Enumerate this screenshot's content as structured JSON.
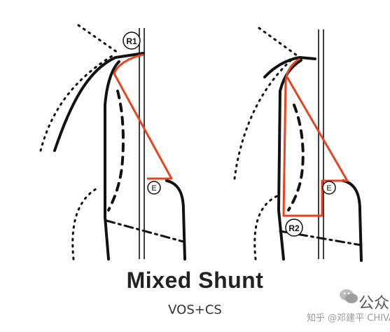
{
  "figure": {
    "title": "Mixed Shunt",
    "subtitle": "VOS+CS",
    "labels": {
      "left_r": "R1",
      "left_e": "E",
      "right_e": "E",
      "right_r": "R2"
    },
    "watermark": "知乎 @邓建平 CHIVA",
    "watermark_extra": "公众",
    "colors": {
      "red": "#e8431e",
      "black": "#111111"
    }
  }
}
